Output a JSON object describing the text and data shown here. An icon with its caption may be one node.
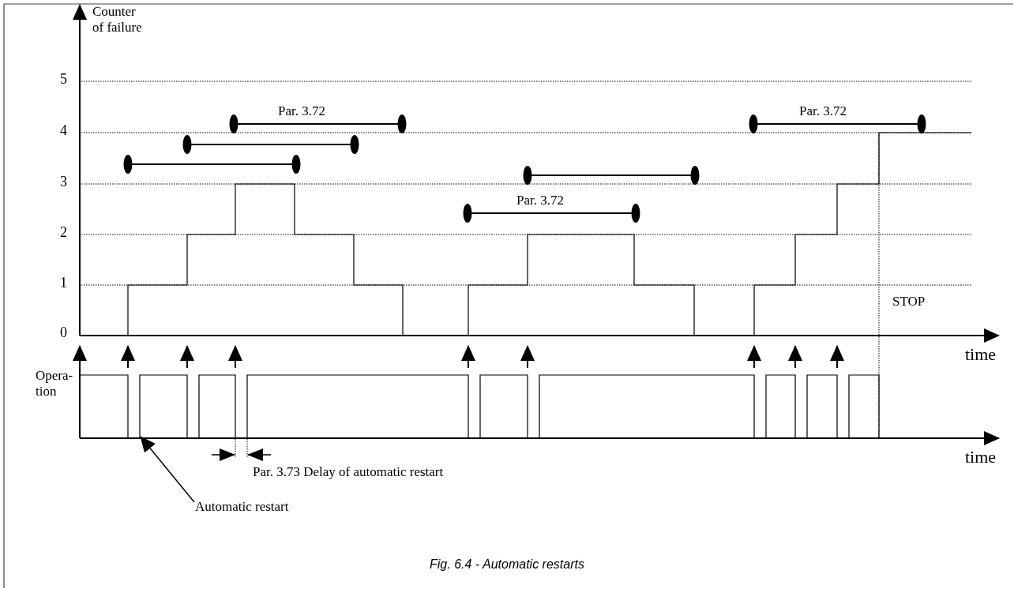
{
  "diagram": {
    "caption": "Fig. 6.4 - Automatic restarts",
    "nodes": [
      {
        "text": [
          "Automatic restart"
        ]
      },
      {
        "text": [],
        "shape": "box"
      }
    ],
    "edges": [
      {
        "from": 0,
        "to": 1,
        "arrow": "to"
      }
    ],
    "labels": [
      "Counter of failure",
      "5",
      "4",
      "3",
      "2",
      "1",
      "0",
      "Par. 3.72",
      "Par. 3.72",
      "Par. 3.72",
      "STOP",
      "time",
      "Opera- tion",
      "time",
      "Par. 3.73 Delay of automatic restart"
    ]
  }
}
